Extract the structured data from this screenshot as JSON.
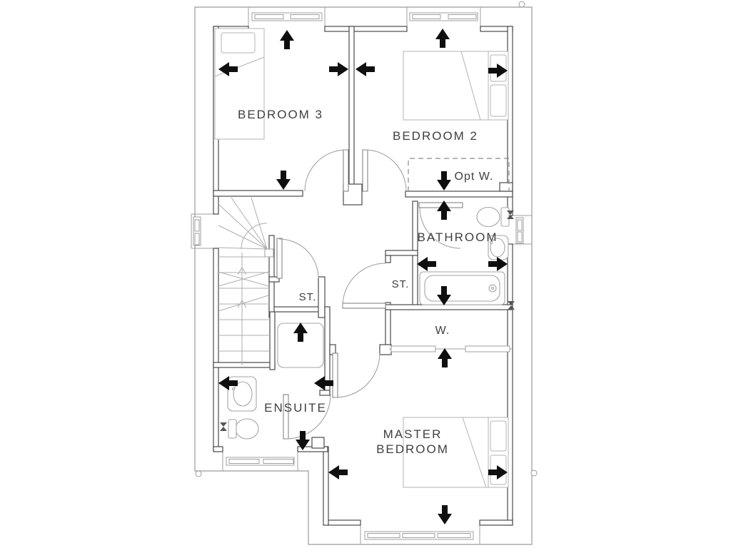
{
  "rooms": {
    "bedroom3": {
      "label": "BEDROOM 3"
    },
    "bedroom2": {
      "label": "BEDROOM 2"
    },
    "bathroom": {
      "label": "BATHROOM"
    },
    "ensuite": {
      "label": "ENSUITE"
    },
    "master_bedroom": {
      "label_line1": "MASTER",
      "label_line2": "BEDROOM"
    },
    "storage_left": {
      "label": "ST."
    },
    "storage_right": {
      "label": "ST."
    },
    "wardrobe": {
      "label": "W."
    },
    "optional_wardrobe": {
      "label": "Opt W."
    }
  },
  "colors": {
    "background": "#ffffff",
    "wall_line": "#4a4a4a",
    "fixture_line": "#a5a5a5",
    "eaves_line": "#9a9a9a",
    "arrow": "#0f0f0f",
    "label_text": "#3f3f3f"
  }
}
